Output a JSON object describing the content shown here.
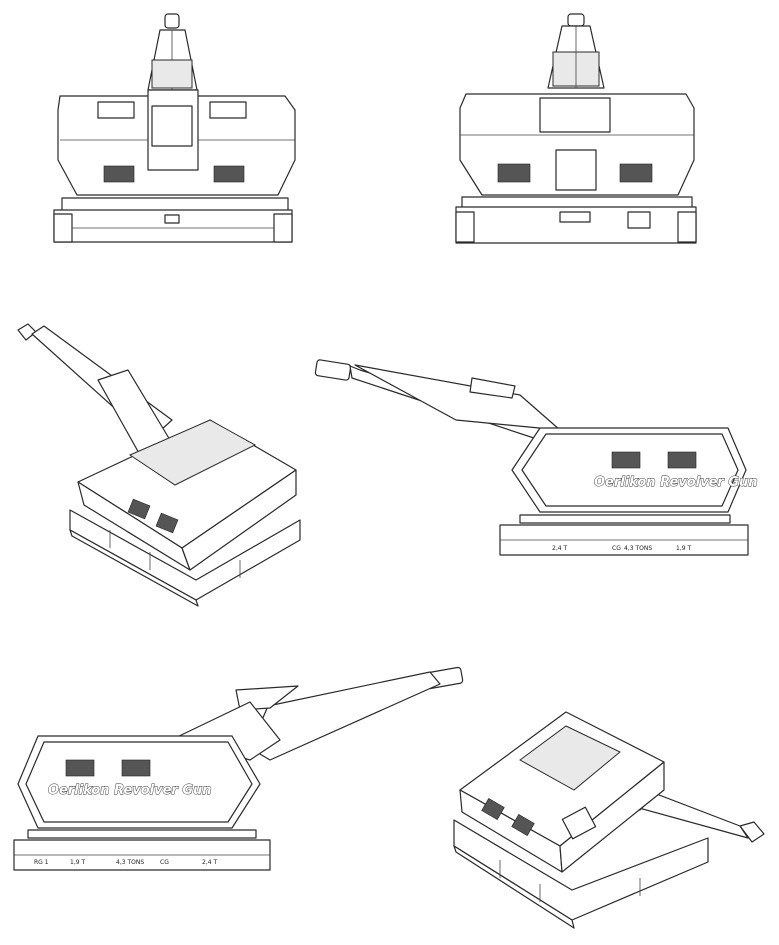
{
  "labels": {
    "side_name": "Oerlikon Revolver Gun",
    "weight": "4,3 TONS",
    "cog": "CG",
    "left_load": "2,4 T",
    "right_load": "1,9 T",
    "rg": "RG 1"
  },
  "views": [
    {
      "id": "front",
      "name": "front-view"
    },
    {
      "id": "rear",
      "name": "rear-view"
    },
    {
      "id": "iso-left",
      "name": "isometric-left-view"
    },
    {
      "id": "side-right",
      "name": "side-view-right"
    },
    {
      "id": "side-left",
      "name": "side-view-left"
    },
    {
      "id": "iso-rear",
      "name": "isometric-rear-view"
    }
  ]
}
